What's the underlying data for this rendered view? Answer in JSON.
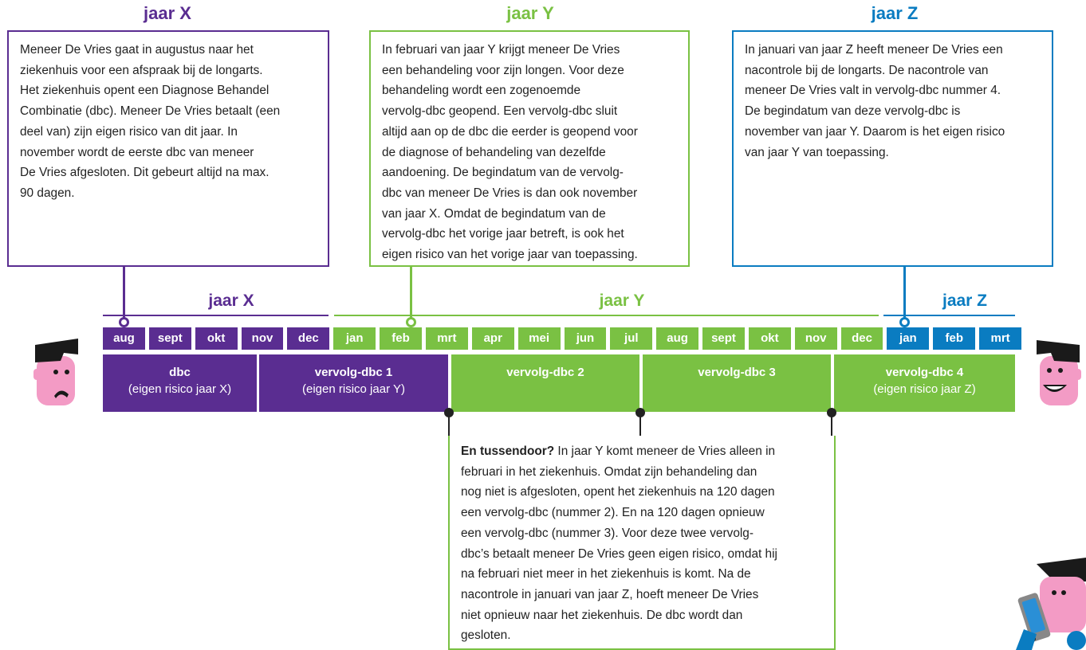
{
  "colors": {
    "purple": "#5a2d91",
    "green": "#7ac143",
    "blue": "#0a7cc1",
    "dark": "#222222",
    "skin": "#f39bc5",
    "hair": "#1a1a1a"
  },
  "top_titles": {
    "x": "jaar X",
    "y": "jaar Y",
    "z": "jaar Z"
  },
  "box_x": [
    "Meneer De Vries gaat in augustus naar het",
    "ziekenhuis voor een afspraak bij de longarts.",
    "Het ziekenhuis opent een Diagnose Behandel",
    "Combinatie (dbc). Meneer De Vries betaalt (een",
    "deel van) zijn eigen risico van dit jaar. In",
    "november wordt de eerste dbc van meneer",
    "De Vries afgesloten. Dit gebeurt altijd na max.",
    "90 dagen."
  ],
  "box_y": [
    "In februari van jaar Y krijgt meneer De Vries",
    "een behandeling voor zijn longen. Voor deze",
    "behandeling wordt een zogenoemde",
    "vervolg-dbc geopend. Een vervolg-dbc sluit",
    "altijd aan op de dbc die eerder is geopend voor",
    "de diagnose of behandeling van dezelfde",
    "aandoening. De begindatum van de vervolg-",
    "dbc van meneer De Vries is dan ook november",
    "van jaar X. Omdat de begindatum van de",
    "vervolg-dbc het vorige jaar betreft, is ook het",
    "eigen risico van het vorige jaar van toepassing."
  ],
  "box_z": [
    "In januari van jaar Z heeft meneer De Vries een",
    "nacontrole bij de longarts. De nacontrole van",
    "meneer De Vries valt in vervolg-dbc nummer 4.",
    "De begindatum van deze vervolg-dbc is",
    "november van jaar Y. Daarom is het eigen risico",
    "van jaar Y van toepassing."
  ],
  "timeline_years": {
    "x": "jaar X",
    "y": "jaar Y",
    "z": "jaar Z"
  },
  "months": [
    "aug",
    "sept",
    "okt",
    "nov",
    "dec",
    "jan",
    "feb",
    "mrt",
    "apr",
    "mei",
    "jun",
    "jul",
    "aug",
    "sept",
    "okt",
    "nov",
    "dec",
    "jan",
    "feb",
    "mrt"
  ],
  "dbcs": [
    {
      "name": "dbc",
      "sub": "(eigen risico jaar X)"
    },
    {
      "name": "vervolg-dbc 1",
      "sub": "(eigen risico jaar Y)"
    },
    {
      "name": "vervolg-dbc 2",
      "sub": ""
    },
    {
      "name": "vervolg-dbc 3",
      "sub": ""
    },
    {
      "name": "vervolg-dbc 4",
      "sub": "(eigen risico jaar Z)"
    }
  ],
  "bottom": {
    "title": "En tussendoor?",
    "lines": [
      " In jaar Y komt meneer de Vries alleen in",
      "februari in het ziekenhuis. Omdat zijn behandeling dan",
      "nog niet is afgesloten, opent het ziekenhuis na 120 dagen",
      "een vervolg-dbc (nummer 2). En na 120 dagen opnieuw",
      "een vervolg-dbc (nummer 3). Voor deze twee vervolg-",
      "dbc’s betaalt meneer De Vries geen eigen risico, omdat hij",
      "na februari niet meer in het ziekenhuis is komt.  Na de",
      "nacontrole in januari van jaar Z, hoeft meneer De Vries",
      "niet opnieuw naar het ziekenhuis. De dbc wordt dan",
      "gesloten."
    ]
  }
}
